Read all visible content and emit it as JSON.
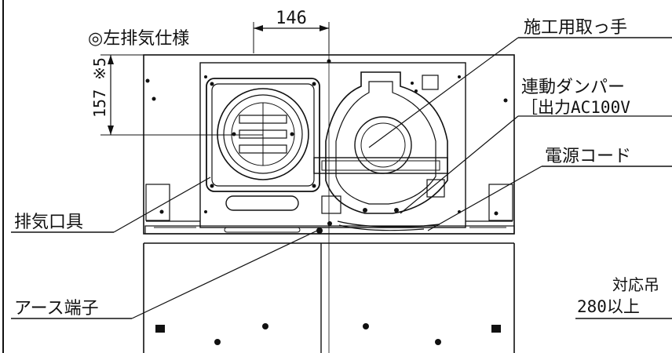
{
  "labels": {
    "left_exhaust_spec": "◎左排気仕様",
    "dim_horizontal": "146",
    "dim_vertical": "157 ※5",
    "handle": "施工用取っ手",
    "damper": "連動ダンパー",
    "damper_output": "［出力AC100V",
    "power_cord": "電源コード",
    "exhaust_fitting": "排気口具",
    "ground_terminal": "アース端子",
    "compatible": "対応吊",
    "min_280": "280以上"
  }
}
